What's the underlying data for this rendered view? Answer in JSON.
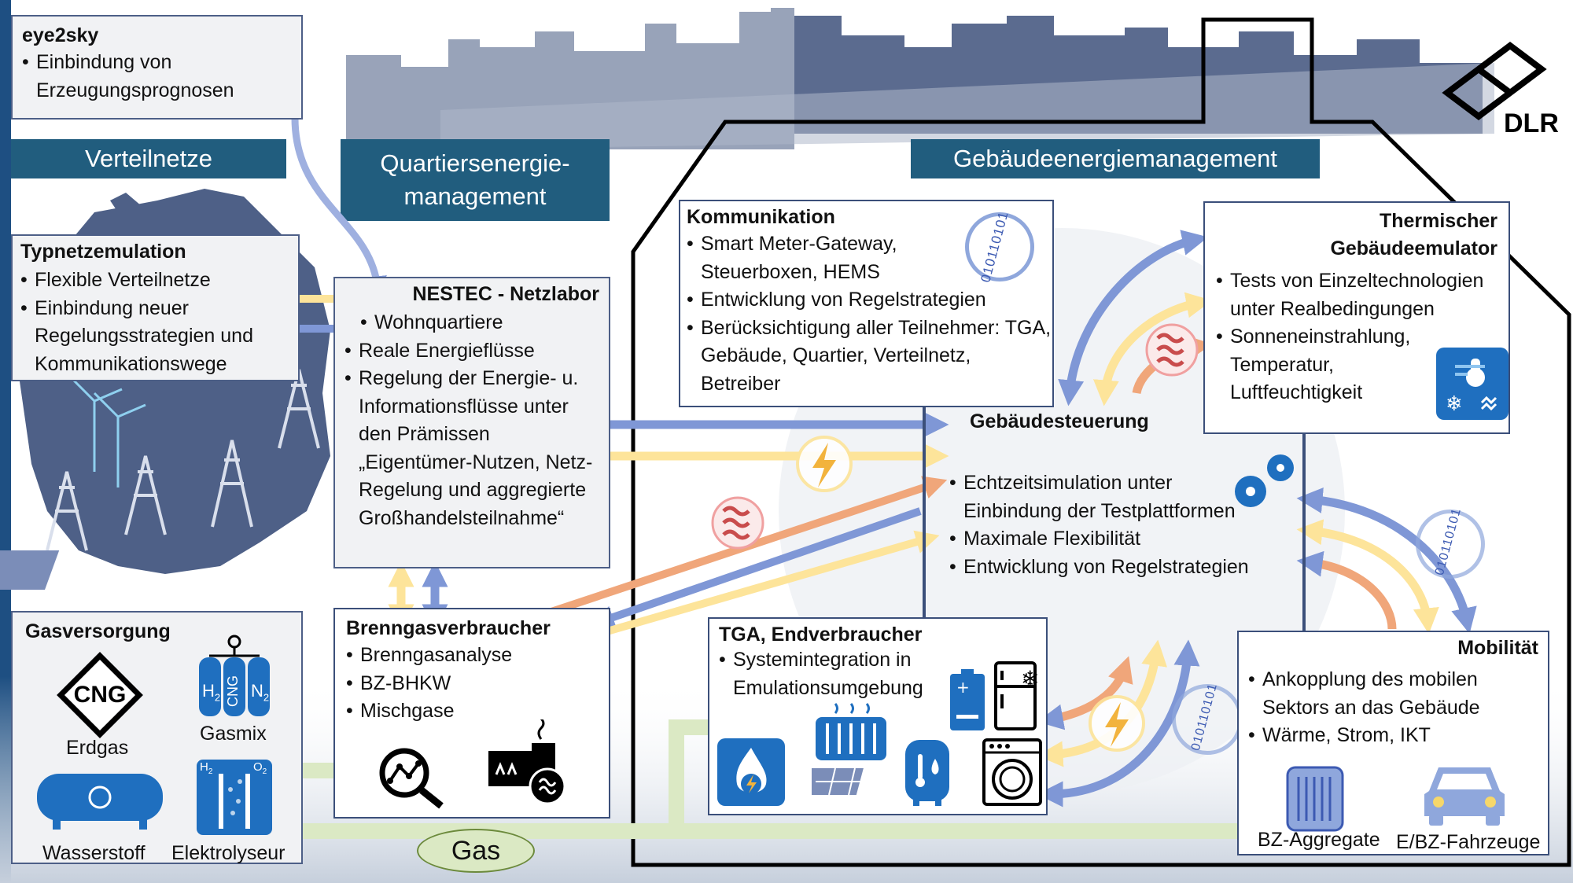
{
  "logo": {
    "text": "DLR"
  },
  "banners": {
    "verteilnetze": "Verteilnetze",
    "quartier_line1": "Quartiersenergie-",
    "quartier_line2": "management",
    "gebaeude": "Gebäudeenergiemanagement"
  },
  "eye2sky": {
    "title": "eye2sky",
    "items": [
      "Einbindung von Erzeugungsprognosen"
    ]
  },
  "typnetz": {
    "title": "Typnetzemulation",
    "items": [
      "Flexible Verteilnetze",
      "Einbindung neuer Regelungsstrategien und Kommunikationswege"
    ]
  },
  "nestec": {
    "title": "NESTEC - Netzlabor",
    "items": [
      "Wohnquartiere",
      "Reale Energieflüsse",
      "Regelung der Energie- u. Informationsflüsse unter den Prämissen „Eigentümer-Nutzen, Netz-Regelung und aggregierte Großhandelsteilnahme“"
    ]
  },
  "brenngas": {
    "title": "Brenngasverbraucher",
    "items": [
      "Brenngasanalyse",
      "BZ-BHKW",
      "Mischgase"
    ]
  },
  "gasversorgung": {
    "title": "Gasversorgung",
    "cng": "CNG",
    "erdgas": "Erdgas",
    "gasmix": "Gasmix",
    "gasmix_center": "CNG",
    "h2": "H",
    "n2": "N",
    "sub2": "2",
    "wasserstoff": "Wasserstoff",
    "elektrolyseur": "Elektrolyseur",
    "o2": "O"
  },
  "gas_label": "Gas",
  "kommunikation": {
    "title": "Kommunikation",
    "items": [
      "Smart Meter-Gateway, Steuerboxen, HEMS",
      "Entwicklung von Regelstrategien",
      "Berücksichtigung aller Teilnehmer: TGA, Gebäude, Quartier, Verteilnetz, Betreiber"
    ],
    "binary": "010110101"
  },
  "thermisch": {
    "title_line1": "Thermischer",
    "title_line2": "Gebäudeemulator",
    "items": [
      "Tests von Einzeltechnologien unter Realbedingungen",
      "Sonneneinstrahlung, Temperatur, Luftfeuchtigkeit"
    ]
  },
  "gebaeudesteuerung": {
    "title": "Gebäudesteuerung",
    "items": [
      "Echtzeitsimulation unter Einbindung der Testplattformen",
      "Maximale Flexibilität",
      "Entwicklung von Regelstrategien"
    ]
  },
  "tga": {
    "title": "TGA, Endverbraucher",
    "items": [
      "Systemintegration in Emulationsumgebung"
    ],
    "binary": "010110101"
  },
  "mobilitaet": {
    "title": "Mobilität",
    "items": [
      "Ankopplung des mobilen Sektors an das Gebäude",
      "Wärme, Strom, IKT"
    ],
    "binary": "010110101",
    "bz_aggregate": "BZ-Aggregate",
    "fahrzeuge": "E/BZ-Fahrzeuge"
  },
  "colors": {
    "banner": "#215d7e",
    "arrow_blue": "#7f97d6",
    "arrow_yellow": "#fde49a",
    "arrow_orange": "#f0a67a",
    "arrow_green": "#dbe9c4",
    "icon_blue": "#1f6fbf"
  }
}
